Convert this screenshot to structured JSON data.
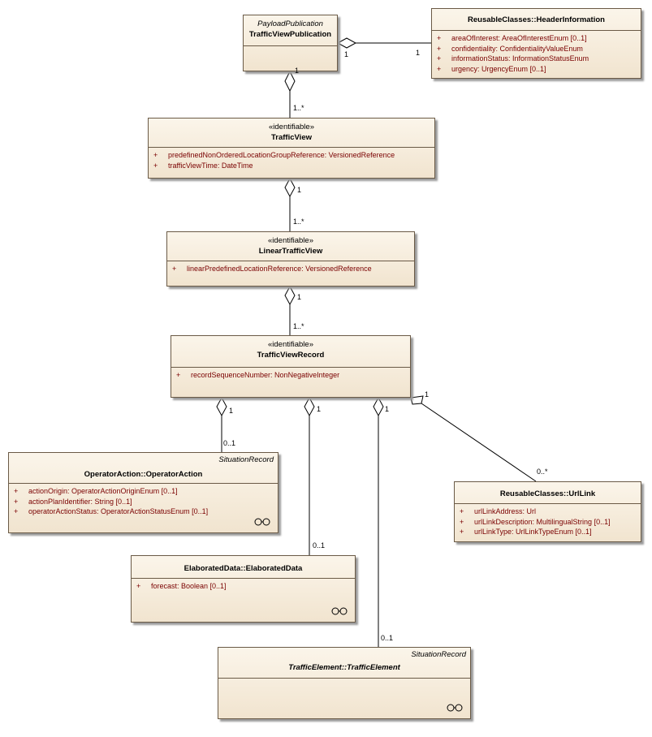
{
  "classes": {
    "traffic_view_publication": {
      "stereotype": "PayloadPublication",
      "name": "TrafficViewPublication"
    },
    "header_information": {
      "name": "ReusableClasses::HeaderInformation",
      "attributes": [
        {
          "vis": "+",
          "text": "areaOfInterest:  AreaOfInterestEnum [0..1]"
        },
        {
          "vis": "+",
          "text": "confidentiality:  ConfidentialityValueEnum"
        },
        {
          "vis": "+",
          "text": "informationStatus:  InformationStatusEnum"
        },
        {
          "vis": "+",
          "text": "urgency:  UrgencyEnum [0..1]"
        }
      ]
    },
    "traffic_view": {
      "stereotype": "«identifiable»",
      "name": "TrafficView",
      "attributes": [
        {
          "vis": "+",
          "text": "predefinedNonOrderedLocationGroupReference:  VersionedReference"
        },
        {
          "vis": "+",
          "text": "trafficViewTime:  DateTime"
        }
      ]
    },
    "linear_traffic_view": {
      "stereotype": "«identifiable»",
      "name": "LinearTrafficView",
      "attributes": [
        {
          "vis": "+",
          "text": "linearPredefinedLocationReference:  VersionedReference"
        }
      ]
    },
    "traffic_view_record": {
      "stereotype": "«identifiable»",
      "name": "TrafficViewRecord",
      "attributes": [
        {
          "vis": "+",
          "text": "recordSequenceNumber:  NonNegativeInteger"
        }
      ]
    },
    "operator_action": {
      "tag": "SituationRecord",
      "name": "OperatorAction::OperatorAction",
      "attributes": [
        {
          "vis": "+",
          "text": "actionOrigin:  OperatorActionOriginEnum [0..1]"
        },
        {
          "vis": "+",
          "text": "actionPlanIdentifier:  String [0..1]"
        },
        {
          "vis": "+",
          "text": "operatorActionStatus:  OperatorActionStatusEnum [0..1]"
        }
      ]
    },
    "url_link": {
      "name": "ReusableClasses::UrlLink",
      "attributes": [
        {
          "vis": "+",
          "text": "urlLinkAddress:  Url"
        },
        {
          "vis": "+",
          "text": "urlLinkDescription:  MultilingualString [0..1]"
        },
        {
          "vis": "+",
          "text": "urlLinkType:  UrlLinkTypeEnum [0..1]"
        }
      ]
    },
    "elaborated_data": {
      "name": "ElaboratedData::ElaboratedData",
      "attributes": [
        {
          "vis": "+",
          "text": "forecast:  Boolean [0..1]"
        }
      ]
    },
    "traffic_element": {
      "tag": "SituationRecord",
      "name": "TrafficElement::TrafficElement"
    }
  },
  "multiplicities": {
    "pub_to_header_src": "1",
    "pub_to_header_dst": "1",
    "pub_to_view_src": "1",
    "pub_to_view_dst": "1..*",
    "view_to_linear_src": "1",
    "view_to_linear_dst": "1..*",
    "linear_to_record_src": "1",
    "linear_to_record_dst": "1..*",
    "record_to_operator_src": "1",
    "record_to_operator_dst": "0..1",
    "record_to_elaborated_src": "1",
    "record_to_elaborated_dst": "0..1",
    "record_to_element_src": "1",
    "record_to_element_dst": "0..1",
    "record_to_url_src": "1",
    "record_to_url_dst": "0..*"
  },
  "colors": {
    "attribute_text": "#7a0000",
    "border": "#6a5a46",
    "fill_top": "#fbf5ea",
    "fill_bottom": "#f1e4cf"
  }
}
